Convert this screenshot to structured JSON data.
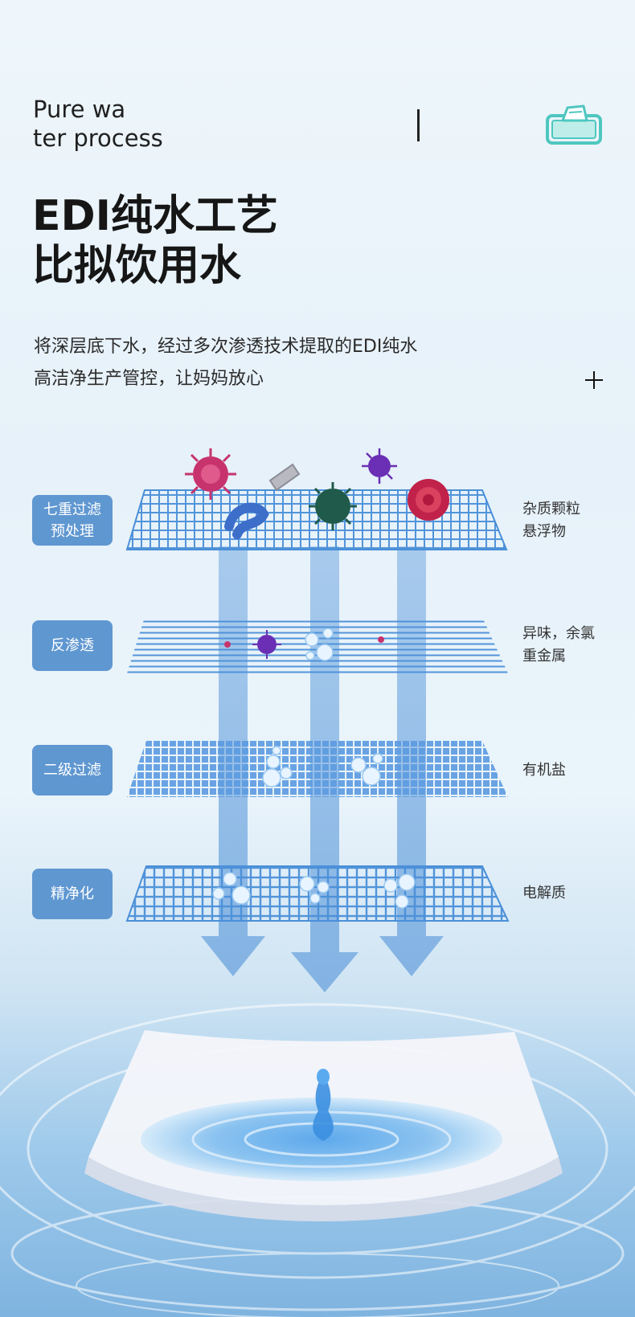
{
  "header": {
    "english_title_line1": "Pure wa",
    "english_title_line2": "ter process"
  },
  "headline": {
    "line1": "EDI纯水工艺",
    "line2": "比拟饮用水"
  },
  "description": {
    "line1": "将深层底下水，经过多次渗透技术提取的EDI纯水",
    "line2": "高洁净生产管控，让妈妈放心"
  },
  "stages": [
    {
      "label_lines": [
        "七重过滤",
        "预处理"
      ],
      "removes_lines": [
        "杂质颗粒",
        "悬浮物"
      ]
    },
    {
      "label_lines": [
        "反渗透"
      ],
      "removes_lines": [
        "异味，余氯",
        "重金属"
      ]
    },
    {
      "label_lines": [
        "二级过滤"
      ],
      "removes_lines": [
        "有机盐"
      ]
    },
    {
      "label_lines": [
        "精净化"
      ],
      "removes_lines": [
        "电解质"
      ]
    }
  ],
  "icons": [
    "tissue-box-icon",
    "plus-icon",
    "virus-icon",
    "bacteria-icon",
    "water-drop-icon"
  ],
  "colors": {
    "accent": "#5f97d1",
    "mesh": "#4a8fd8",
    "arrow": "#8db8e6",
    "teal_icon": "#4fc7c0"
  }
}
